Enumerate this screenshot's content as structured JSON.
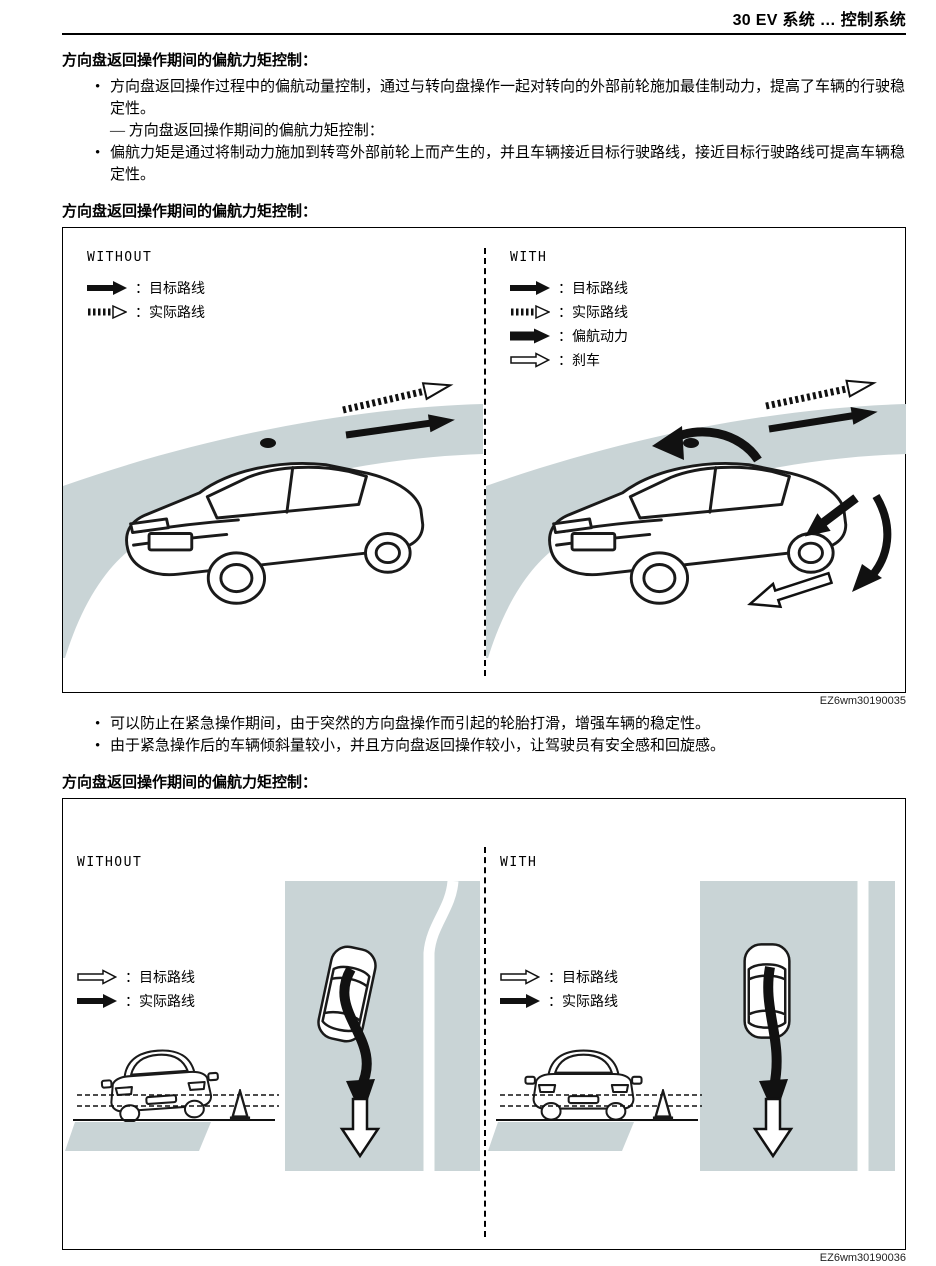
{
  "header": {
    "title": "30 EV 系统 … 控制系统"
  },
  "intro": {
    "heading": "方向盘返回操作期间的偏航力矩控制：",
    "bullet1": "方向盘返回操作过程中的偏航动量控制，通过与转向盘操作一起对转向的外部前轮施加最佳制动力，提高了车辆的行驶稳定性。",
    "dash_item": "— 方向盘返回操作期间的偏航力矩控制：",
    "bullet2": "偏航力矩是通过将制动力施加到转弯外部前轮上而产生的，并且车辆接近目标行驶路线，接近目标行驶路线可提高车辆稳定性。"
  },
  "figure1": {
    "heading": "方向盘返回操作期间的偏航力矩控制：",
    "without_label": "WITHOUT",
    "with_label": "WITH",
    "legend_without": [
      {
        "icon": "solid-arrow",
        "label": "：目标路线"
      },
      {
        "icon": "dashed-arrow",
        "label": "：实际路线"
      }
    ],
    "legend_with": [
      {
        "icon": "solid-arrow",
        "label": "：目标路线"
      },
      {
        "icon": "dashed-arrow",
        "label": "：实际路线"
      },
      {
        "icon": "thick-solid-arrow",
        "label": "：偏航动力"
      },
      {
        "icon": "outline-arrow",
        "label": "：刹车"
      }
    ],
    "caption": "EZ6wm30190035"
  },
  "notes": {
    "bullet1": "可以防止在紧急操作期间，由于突然的方向盘操作而引起的轮胎打滑，增强车辆的稳定性。",
    "bullet2": "由于紧急操作后的车辆倾斜量较小，并且方向盘返回操作较小，让驾驶员有安全感和回旋感。"
  },
  "figure2": {
    "heading": "方向盘返回操作期间的偏航力矩控制：",
    "without_label": "WITHOUT",
    "with_label": "WITH",
    "legend": [
      {
        "icon": "outline-arrow",
        "label": "：目标路线"
      },
      {
        "icon": "solid-arrow",
        "label": "：实际路线"
      }
    ],
    "caption": "EZ6wm30190036"
  },
  "colors": {
    "road_gray": "#c9d4d6",
    "ink": "#111111"
  }
}
